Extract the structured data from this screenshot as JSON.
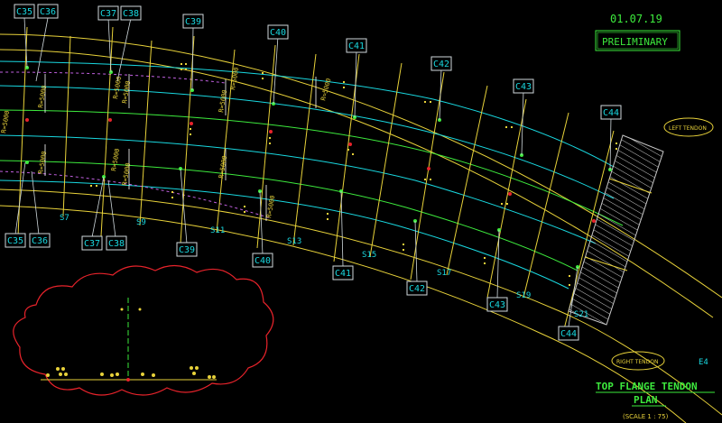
{
  "date": "01.07.19",
  "status": "PRELIMINARY",
  "left_tendon": "LEFT TENDON",
  "right_tendon": "RIGHT TENDON",
  "corner_mark": "E4",
  "title_line1": "TOP FLANGE TENDON",
  "title_line2": "PLAN",
  "scale": "(SCALE 1 : 75)",
  "top_labels": [
    "C35",
    "C36",
    "C37",
    "C38",
    "C39",
    "C40",
    "C41",
    "C42",
    "C43",
    "C44"
  ],
  "bottom_labels": [
    "C35",
    "C36",
    "C37",
    "C38",
    "C39",
    "C40",
    "C41",
    "C42",
    "C43",
    "C44"
  ],
  "segments": [
    "S7",
    "S9",
    "S11",
    "S13",
    "S15",
    "S17",
    "S19",
    "S21"
  ],
  "dimensions": [
    "R=5000",
    "R=5000",
    "R=5000",
    "R=5000",
    "R=5000",
    "R=5000",
    "R=5000",
    "R=5000",
    "R=5000",
    "R=5000",
    "R=5000",
    "R=5000"
  ],
  "colors": {
    "background": "#000000",
    "edge_lines": "#e8d23a",
    "tendon_cyan": "#19d8e0",
    "tendon_green": "#3dea3d",
    "cloud": "#e8232b",
    "label_text": "#19d8e0"
  }
}
